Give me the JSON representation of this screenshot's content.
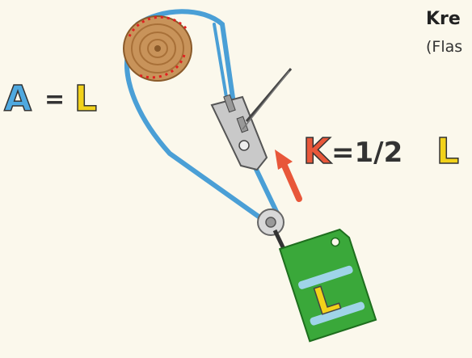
{
  "header": {
    "title_partial": "Kre",
    "subtitle_partial": "(Flas"
  },
  "left_equation": {
    "lhs": "A",
    "op": "=",
    "rhs": "L"
  },
  "right_equation": {
    "lhs": "K",
    "op": "=1/2",
    "rhs": "L"
  },
  "load": {
    "label": "L"
  },
  "colors": {
    "rope": "#4a9fd6",
    "log": "#c8935a",
    "log_dots": "#e02020",
    "load_green": "#3aa83a",
    "arrow": "#e8573a",
    "letter_A": "#4fa9e0",
    "letter_L": "#f2d21a",
    "letter_K": "#e8573a",
    "background": "#fbf8ec"
  }
}
